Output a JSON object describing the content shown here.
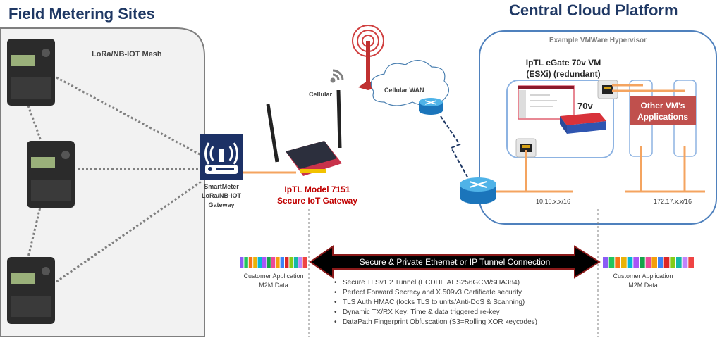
{
  "titles": {
    "left": "Field Metering Sites",
    "right": "Central Cloud Platform"
  },
  "mesh_label": "LoRa/NB-IOT Mesh",
  "smartmeter_gateway": [
    "SmartMeter",
    "LoRa/NB-IOT",
    "Gateway"
  ],
  "cellular_label": "Cellular",
  "cellular_wan_label": "Cellular WAN",
  "iot_gateway": [
    "IpTL Model 7151",
    "Secure IoT Gateway"
  ],
  "hypervisor_label": "Example VMWare Hypervisor",
  "vm": {
    "title": [
      "IpTL eGate 70v VM",
      "(ESXi) (redundant)"
    ],
    "device_label": "70v"
  },
  "other_vms": [
    "Other VM’s",
    "Applications"
  ],
  "subnets": {
    "left": "10.10.x.x/16",
    "right": "172.17.x.x/16"
  },
  "tunnel_label": "Secure & Private Ethernet or IP Tunnel Connection",
  "customer_data": {
    "left": [
      "Customer Application",
      "M2M Data"
    ],
    "right": [
      "Customer Application",
      "M2M Data"
    ]
  },
  "features": [
    "Secure TLSv1.2 Tunnel (ECDHE AES256GCM/SHA384)",
    "Perfect Forward Secrecy and X.509v3 Certificate security",
    "TLS Auth HMAC (locks TLS to units/Anti-DoS & Scanning)",
    "Dynamic TX/RX Key; Time & data triggered re-key",
    "DataPath Fingerprint Obfuscation (S3=Rolling XOR keycodes)"
  ],
  "colors": {
    "title": "#1f3864",
    "accent_red": "#c00000",
    "orange_link": "#f4a460",
    "blue_box": "#4f81bd",
    "gateway_navy": "#1c3166",
    "stripes": [
      "#8b5cf6",
      "#22c55e",
      "#f97316",
      "#eab308",
      "#06b6d4",
      "#a855f7",
      "#16a34a",
      "#ec4899",
      "#f59e0b",
      "#3b82f6",
      "#dc2626",
      "#84cc16",
      "#14b8a6",
      "#c084fc",
      "#ef4444"
    ]
  }
}
